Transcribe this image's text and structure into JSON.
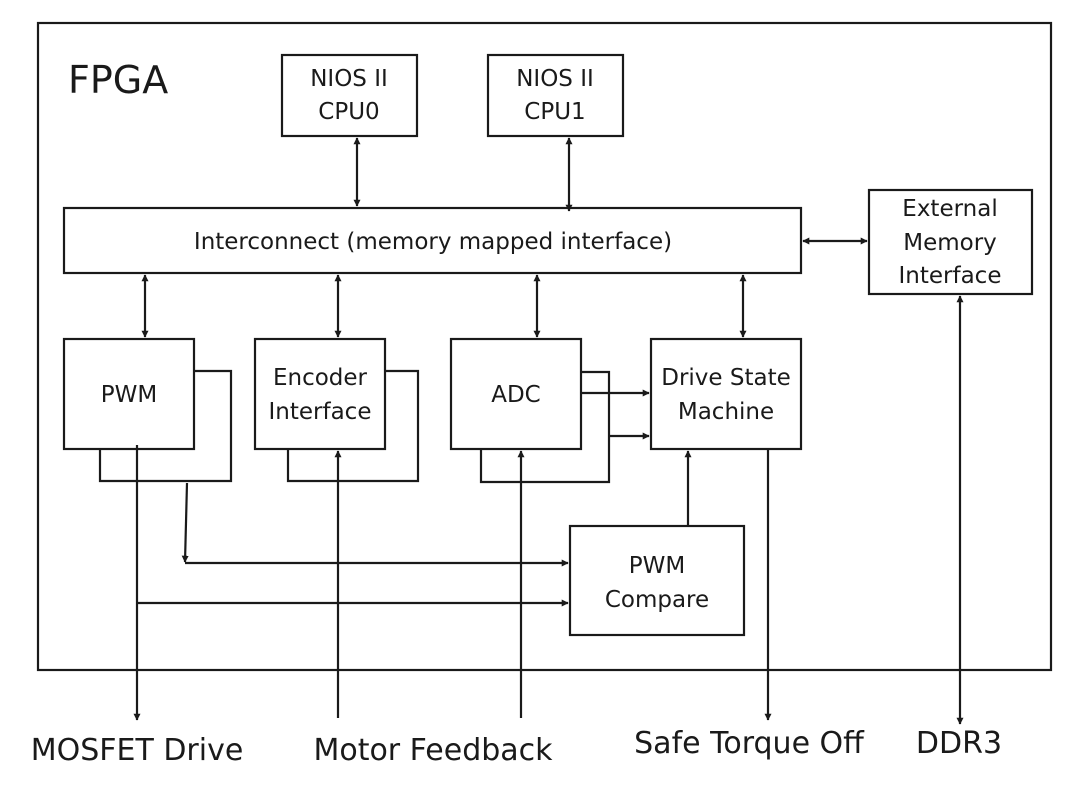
{
  "diagram": {
    "title": "FPGA",
    "blocks": {
      "cpu0": {
        "line1": "NIOS II",
        "line2": "CPU0"
      },
      "cpu1": {
        "line1": "NIOS II",
        "line2": "CPU1"
      },
      "interconnect": {
        "label": "Interconnect (memory mapped interface)"
      },
      "ext_mem": {
        "line1": "External",
        "line2": "Memory",
        "line3": "Interface"
      },
      "pwm": {
        "label": "PWM"
      },
      "encoder": {
        "line1": "Encoder",
        "line2": "Interface"
      },
      "adc": {
        "label": "ADC"
      },
      "dsm": {
        "line1": "Drive State",
        "line2": "Machine"
      },
      "pwm_compare": {
        "line1": "PWM",
        "line2": "Compare"
      }
    },
    "external_signals": {
      "mosfet": "MOSFET Drive",
      "motor_feedback": "Motor Feedback",
      "safe_torque_off": "Safe Torque Off",
      "ddr3": "DDR3"
    },
    "connections": [
      {
        "from": "cpu0",
        "to": "interconnect",
        "direction": "bidirectional"
      },
      {
        "from": "cpu1",
        "to": "interconnect",
        "direction": "bidirectional"
      },
      {
        "from": "interconnect",
        "to": "ext_mem",
        "direction": "bidirectional"
      },
      {
        "from": "interconnect",
        "to": "pwm",
        "direction": "bidirectional"
      },
      {
        "from": "interconnect",
        "to": "encoder",
        "direction": "bidirectional"
      },
      {
        "from": "interconnect",
        "to": "adc",
        "direction": "bidirectional"
      },
      {
        "from": "interconnect",
        "to": "dsm",
        "direction": "bidirectional"
      },
      {
        "from": "adc",
        "to": "dsm",
        "direction": "forward",
        "count": 2
      },
      {
        "from": "pwm",
        "to": "pwm_compare",
        "direction": "forward",
        "count": 2
      },
      {
        "from": "pwm_compare",
        "to": "dsm",
        "direction": "forward"
      },
      {
        "from": "pwm",
        "to": "mosfet",
        "direction": "forward"
      },
      {
        "from": "motor_feedback",
        "to": "encoder",
        "direction": "forward"
      },
      {
        "from": "motor_feedback",
        "to": "adc",
        "direction": "forward"
      },
      {
        "from": "dsm",
        "to": "safe_torque_off",
        "direction": "forward"
      },
      {
        "from": "ext_mem",
        "to": "ddr3",
        "direction": "bidirectional"
      }
    ]
  }
}
